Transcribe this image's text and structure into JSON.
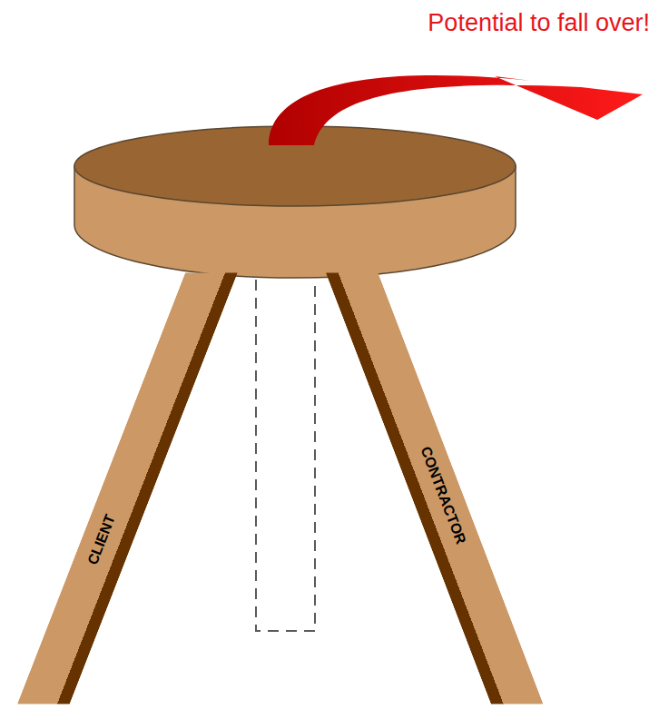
{
  "diagram": {
    "nodes": [
      {
        "text": [
          "CLIENT"
        ]
      },
      {
        "text": [
          "CONTRACTOR"
        ]
      }
    ],
    "labels": [
      "Potential to fall over!"
    ]
  }
}
